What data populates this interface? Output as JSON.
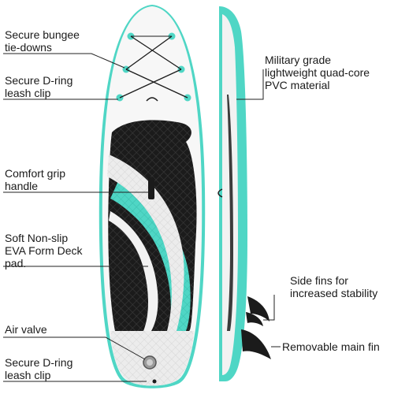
{
  "colors": {
    "board_accent": "#4fd6c5",
    "deck_pad": "#1b1b1b",
    "board_body": "#f7f7f7",
    "leader_line": "#222222"
  },
  "labels": {
    "bungee": [
      "Secure bungee",
      "tie-downs"
    ],
    "dring_top": [
      "Secure D-ring",
      "leash clip"
    ],
    "handle": [
      "Comfort grip",
      "handle"
    ],
    "deck_pad": [
      "Soft Non-slip",
      "EVA Form Deck",
      "pad."
    ],
    "air_valve": [
      "Air valve"
    ],
    "dring_bottom": [
      "Secure D-ring",
      "leash clip"
    ],
    "material": [
      "Military grade",
      "lightweight quad-core",
      "PVC material"
    ],
    "side_fins": [
      "Side fins for",
      "increased stability"
    ],
    "main_fin": [
      "Removable main fin"
    ]
  }
}
